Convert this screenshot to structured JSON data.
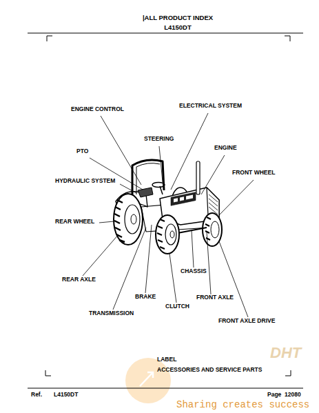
{
  "diagram": {
    "title": "|ALL PRODUCT INDEX",
    "labels": [
      "L4150DT",
      "ENGINE CONTROL",
      "ELECTRICAL SYSTEM",
      "STEERING",
      "PTO",
      "ENGINE",
      "FRONT WHEEL",
      "HYDRAULIC SYSTEM",
      "REAR WHEEL",
      "CHASSIS",
      "REAR AXLE",
      "BRAKE",
      "FRONT AXLE",
      "CLUTCH",
      "TRANSMISSION",
      "FRONT AXLE DRIVE",
      "LABEL",
      "ACCESSORIES AND SERVICE PARTS",
      "Ref.",
      "L4150DT",
      "Page",
      "12080",
      "DHT",
      "Sharing creates success"
    ]
  }
}
